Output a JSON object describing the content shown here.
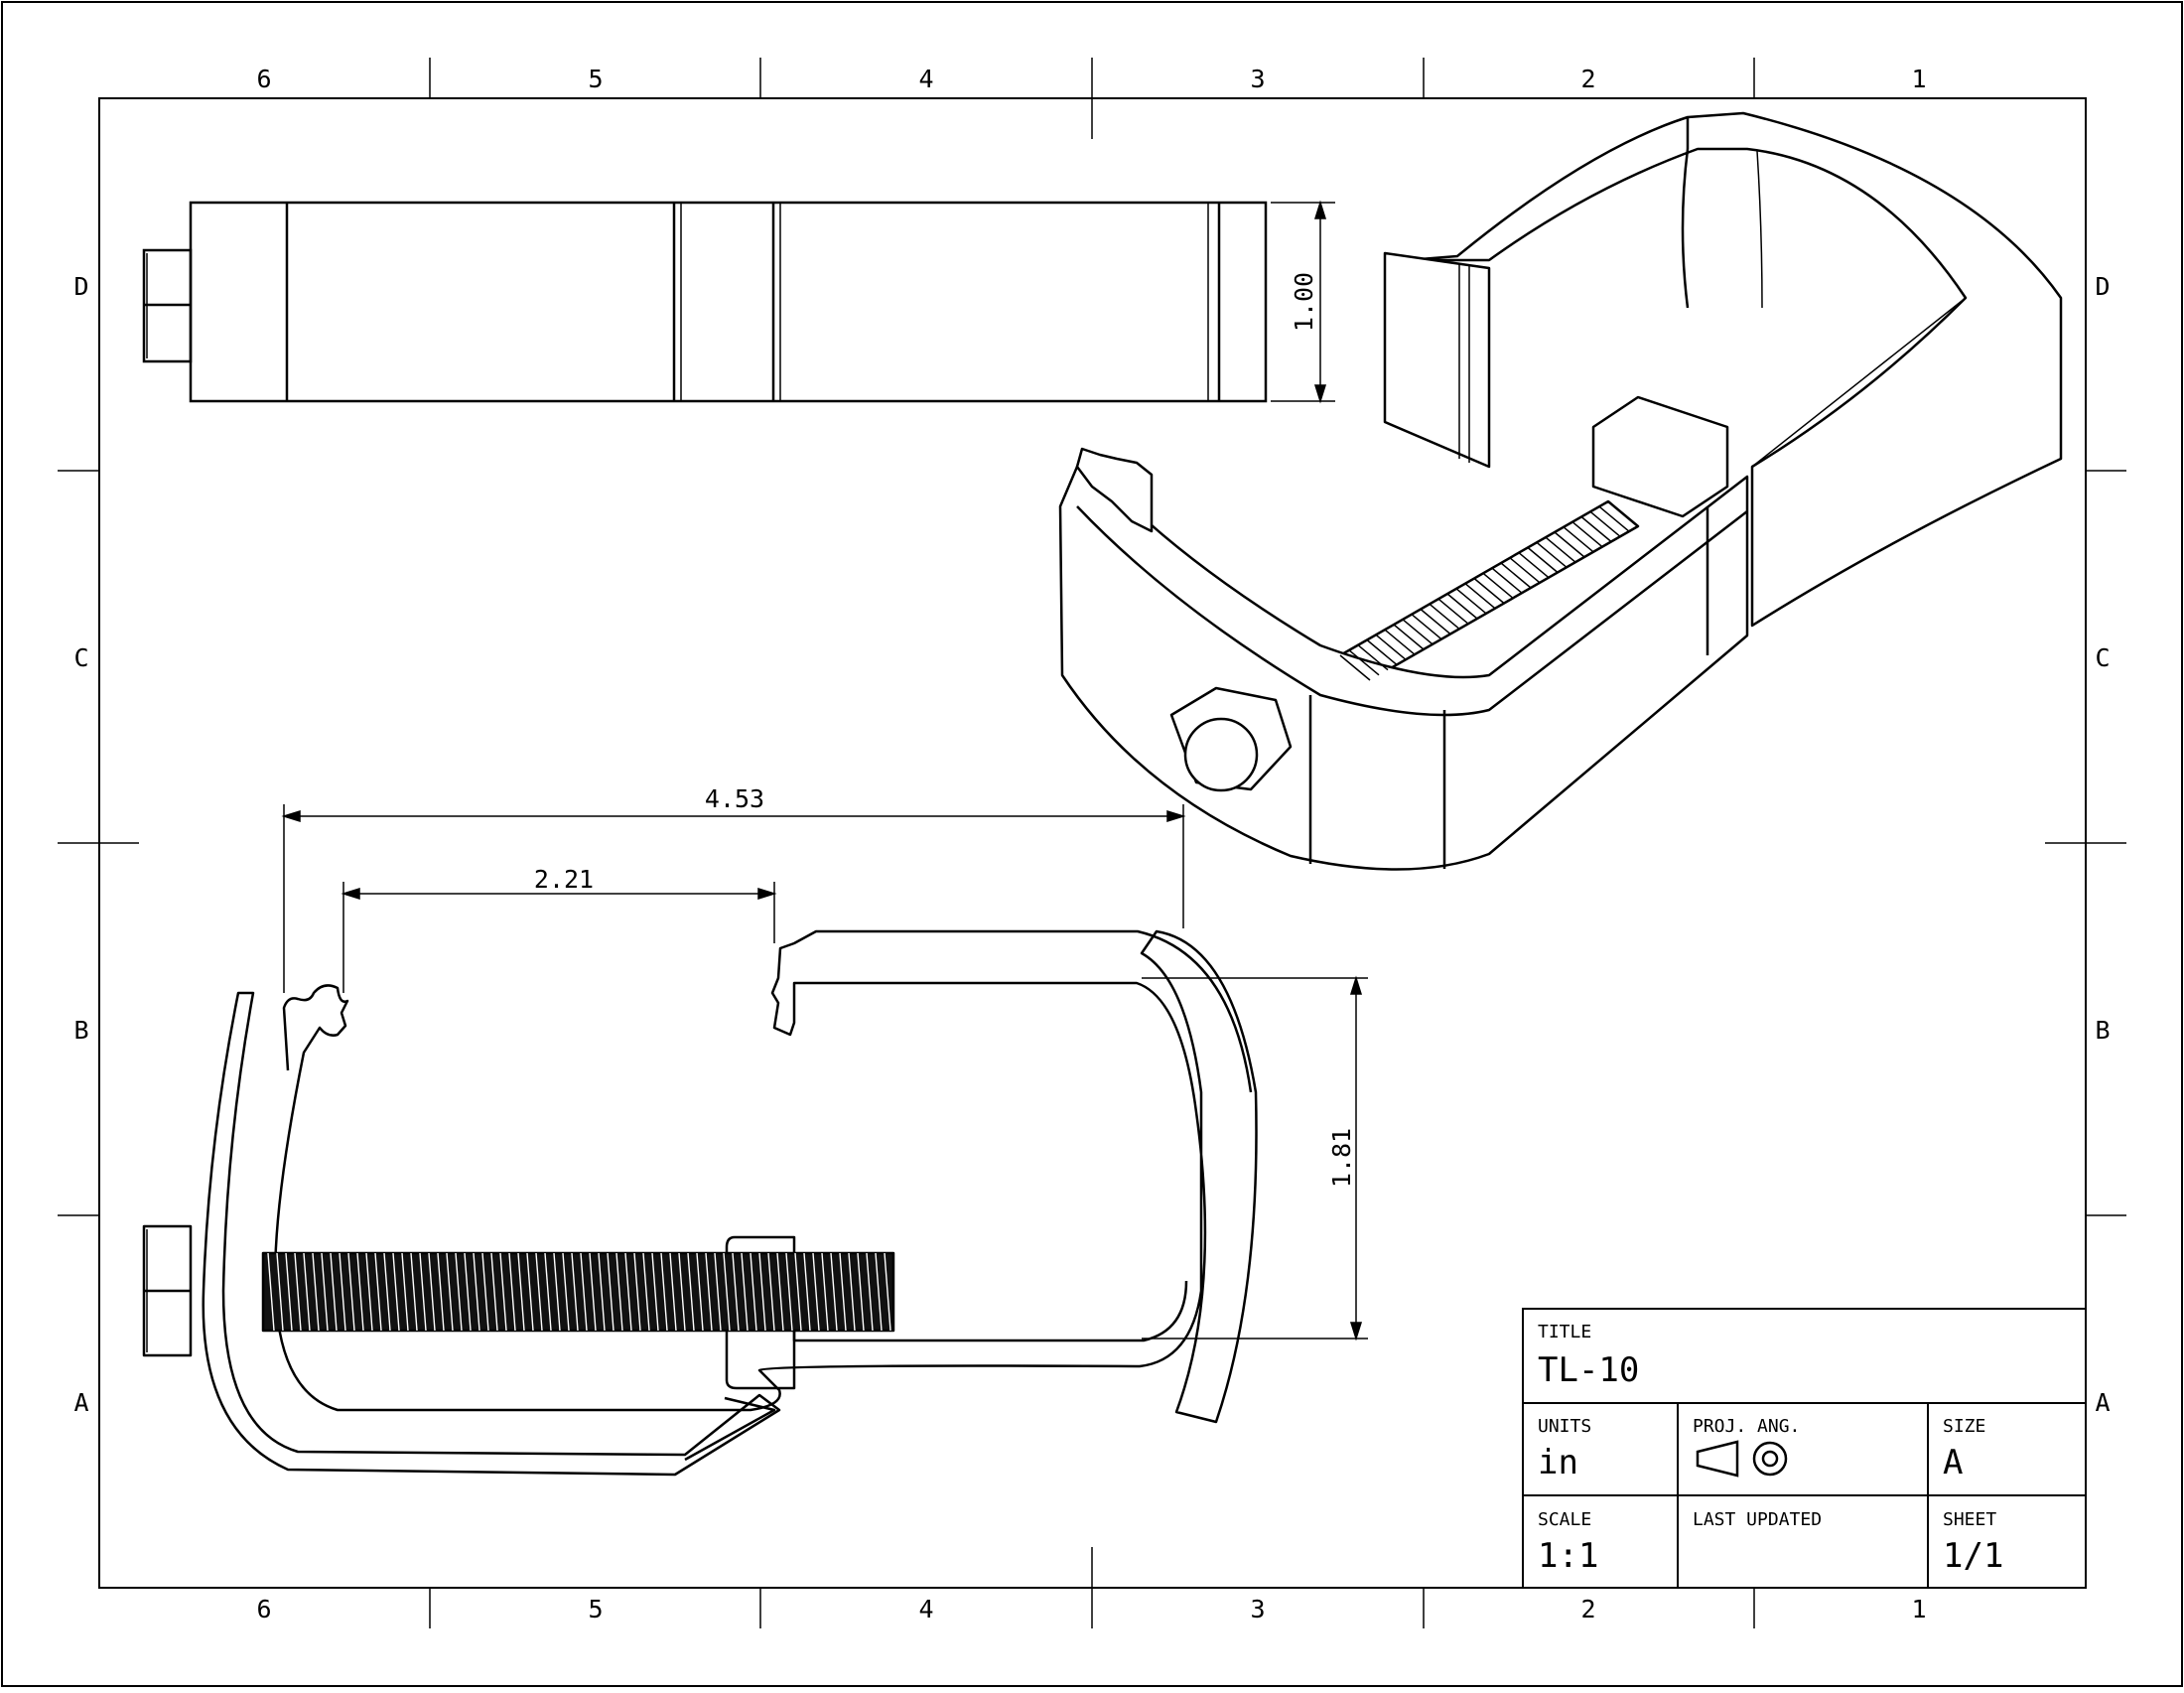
{
  "zones": {
    "columns": [
      "6",
      "5",
      "4",
      "3",
      "2",
      "1"
    ],
    "rows": [
      "D",
      "C",
      "B",
      "A"
    ]
  },
  "dimensions": {
    "top_view_height": "1.00",
    "overall_length": "4.53",
    "jaw_opening": "2.21",
    "frame_depth": "1.81"
  },
  "title_block": {
    "title_label": "TITLE",
    "title_value": "TL-10",
    "units_label": "UNITS",
    "units_value": "in",
    "proj_label": "PROJ. ANG.",
    "size_label": "SIZE",
    "size_value": "A",
    "scale_label": "SCALE",
    "scale_value": "1:1",
    "updated_label": "LAST UPDATED",
    "sheet_label": "SHEET",
    "sheet_value": "1/1"
  }
}
